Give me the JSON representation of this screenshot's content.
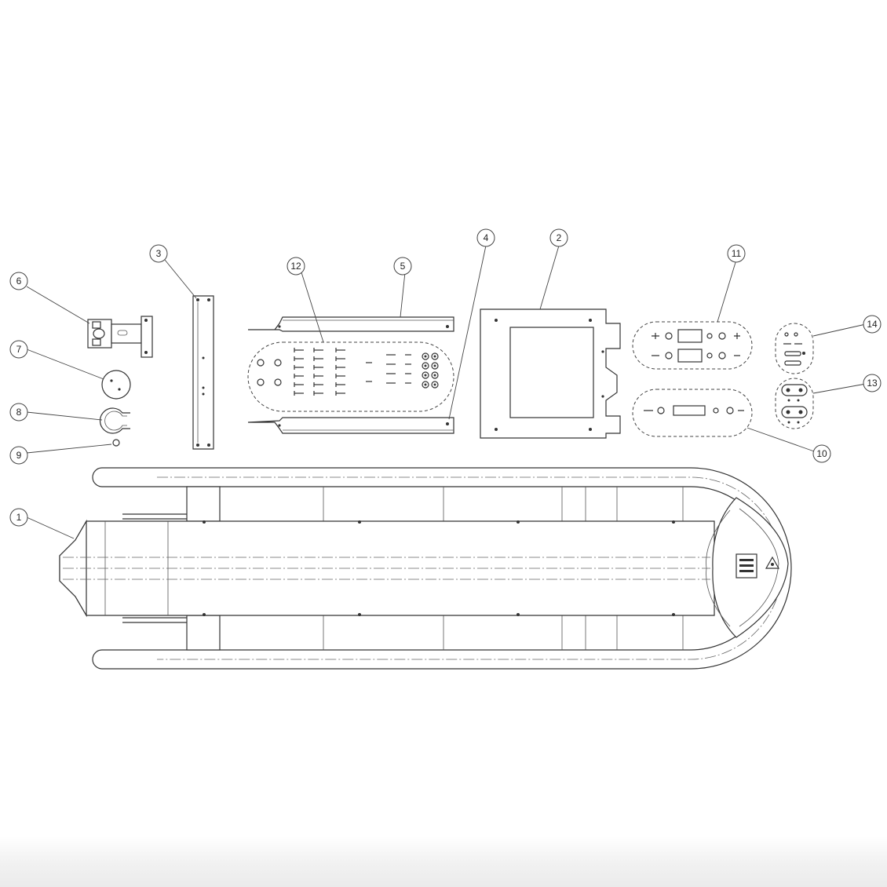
{
  "diagram": {
    "callouts": [
      {
        "id": "1",
        "label": "1"
      },
      {
        "id": "2",
        "label": "2"
      },
      {
        "id": "3",
        "label": "3"
      },
      {
        "id": "4",
        "label": "4"
      },
      {
        "id": "5",
        "label": "5"
      },
      {
        "id": "6",
        "label": "6"
      },
      {
        "id": "7",
        "label": "7"
      },
      {
        "id": "8",
        "label": "8"
      },
      {
        "id": "9",
        "label": "9"
      },
      {
        "id": "10",
        "label": "10"
      },
      {
        "id": "11",
        "label": "11"
      },
      {
        "id": "12",
        "label": "12"
      },
      {
        "id": "13",
        "label": "13"
      },
      {
        "id": "14",
        "label": "14"
      }
    ],
    "colors": {
      "line": "#333333",
      "background": "#ffffff"
    }
  }
}
